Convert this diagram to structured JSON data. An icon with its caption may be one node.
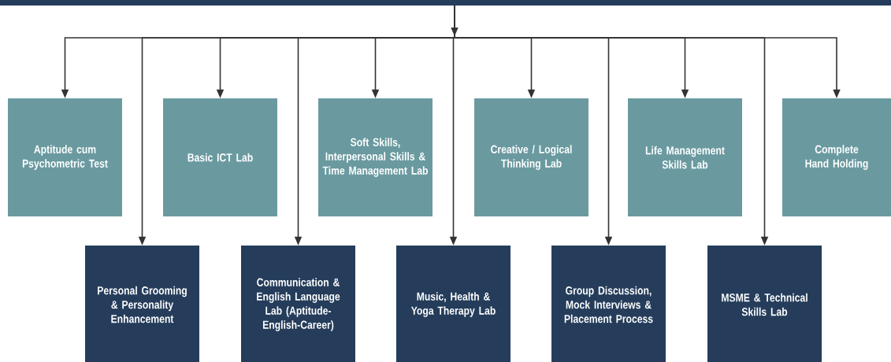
{
  "diagram": {
    "nodes": [
      {
        "text": [],
        "shape": "box"
      },
      {
        "text": [
          "Aptitude cum Psychometric Test"
        ]
      },
      {
        "text": [
          "Basic ICT Lab"
        ]
      },
      {
        "text": [
          "Soft Skills, Interpersonal Skills & Time Management Lab"
        ]
      },
      {
        "text": [
          "Creative / Logical Thinking Lab"
        ]
      },
      {
        "text": [
          "Life Management Skills Lab"
        ]
      },
      {
        "text": [
          "Complete Hand Holding"
        ]
      },
      {
        "text": [
          "Personal Grooming & Personality Enhancement"
        ]
      },
      {
        "text": [
          "Communication & English Language Lab (Aptitude-English-Career)"
        ]
      },
      {
        "text": [
          "Music, Health & Yoga Therapy Lab"
        ]
      },
      {
        "text": [
          "Group Discussion, Mock Interviews & Placement Process"
        ]
      },
      {
        "text": [
          "MSME & Technical Skills Lab"
        ]
      }
    ],
    "edges": [
      {
        "from": 0,
        "to": 1,
        "arrow": "to"
      },
      {
        "from": 0,
        "to": 7,
        "arrow": "to"
      },
      {
        "from": 0,
        "to": 2,
        "arrow": "to"
      },
      {
        "from": 0,
        "to": 8,
        "arrow": "to"
      },
      {
        "from": 0,
        "to": 3,
        "arrow": "to"
      },
      {
        "from": 0,
        "to": 9,
        "arrow": "to"
      },
      {
        "from": 0,
        "to": 4,
        "arrow": "to"
      },
      {
        "from": 0,
        "to": 10,
        "arrow": "to"
      },
      {
        "from": 0,
        "to": 5,
        "arrow": "to"
      },
      {
        "from": 0,
        "to": 11,
        "arrow": "to"
      },
      {
        "from": 0,
        "to": 6,
        "arrow": "to"
      }
    ]
  }
}
